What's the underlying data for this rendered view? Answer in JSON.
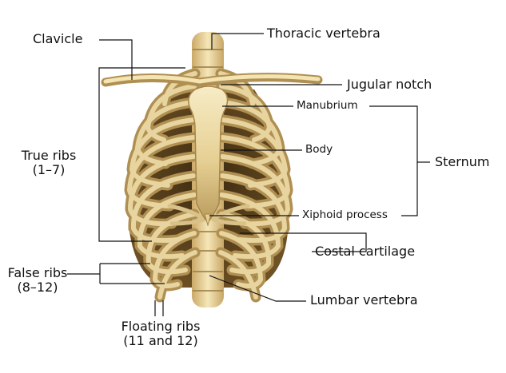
{
  "diagram": {
    "labels": {
      "clavicle": "Clavicle",
      "thoracic_vertebra": "Thoracic vertebra",
      "jugular_notch": "Jugular notch",
      "manubrium": "Manubrium",
      "body": "Body",
      "sternum": "Sternum",
      "true_ribs": "True ribs",
      "true_ribs_range": "(1–7)",
      "xiphoid_process": "Xiphoid process",
      "costal_cartilage": "Costal cartilage",
      "false_ribs": "False ribs",
      "false_ribs_range": "(8–12)",
      "lumbar_vertebra": "Lumbar vertebra",
      "floating_ribs": "Floating ribs",
      "floating_ribs_range": "(11 and 12)"
    },
    "colors": {
      "bone_light": "#f3e3b0",
      "bone_mid": "#e2c98a",
      "bone_dark": "#b89a5c",
      "shadow": "#4a3516",
      "leader_line": "#111111",
      "text": "#111111",
      "background": "#ffffff"
    }
  }
}
